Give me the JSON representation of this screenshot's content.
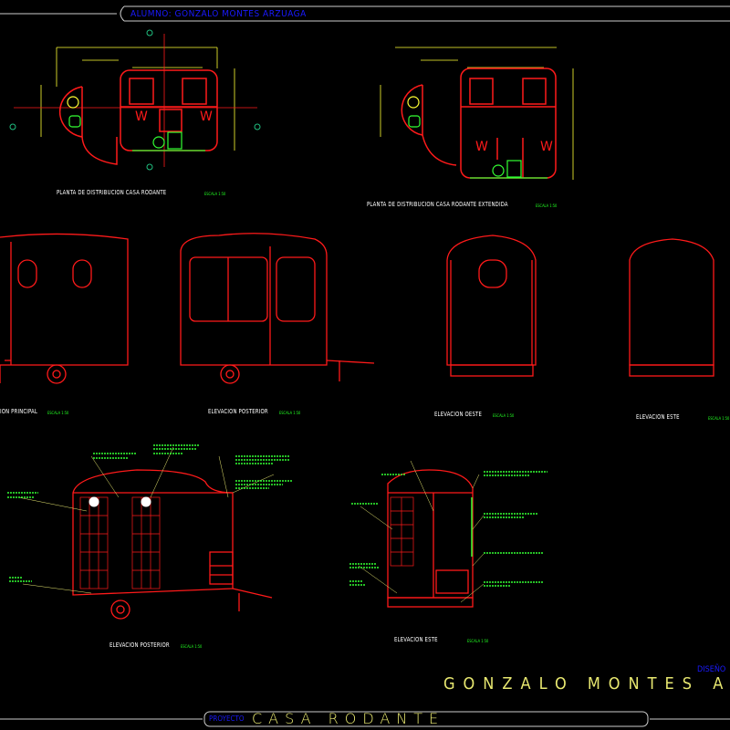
{
  "header": {
    "student": "ALUMNO: GONZALO MONTES ARZUAGA"
  },
  "plans": [
    {
      "title": "PLANTA DE DISTRIBUCION CASA RODANTE",
      "scale": "ESCALA 1:50"
    },
    {
      "title": "PLANTA DE DISTRIBUCION CASA RODANTE EXTENDIDA",
      "scale": "ESCALA 1:50"
    }
  ],
  "elevations": [
    {
      "title": "ION PRINCIPAL",
      "scale": "ESCALA 1:50"
    },
    {
      "title": "ELEVACION POSTERIOR",
      "scale": "ESCALA 1:50"
    },
    {
      "title": "ELEVACION OESTE",
      "scale": "ESCALA 1:50"
    },
    {
      "title": "ELEVACION ESTE",
      "scale": "ESCALA 1:50"
    }
  ],
  "sections": [
    {
      "title": "ELEVACION POSTERIOR",
      "scale": "ESCALA 1:50"
    },
    {
      "title": "ELEVACION ESTE",
      "scale": "ESCALA 1:50"
    }
  ],
  "title_block": {
    "design_label": "DISEÑO",
    "author": "GONZALO MONTES A",
    "project_label": "PROYECTO",
    "project_name": "CASA RODANTE"
  },
  "colors": {
    "background": "#000000",
    "walls": "#ff1a1a",
    "dimensions": "#ffff33",
    "annotations": "#33ff33",
    "title_text": "#1a1aff",
    "frame": "#c8c8c8"
  }
}
